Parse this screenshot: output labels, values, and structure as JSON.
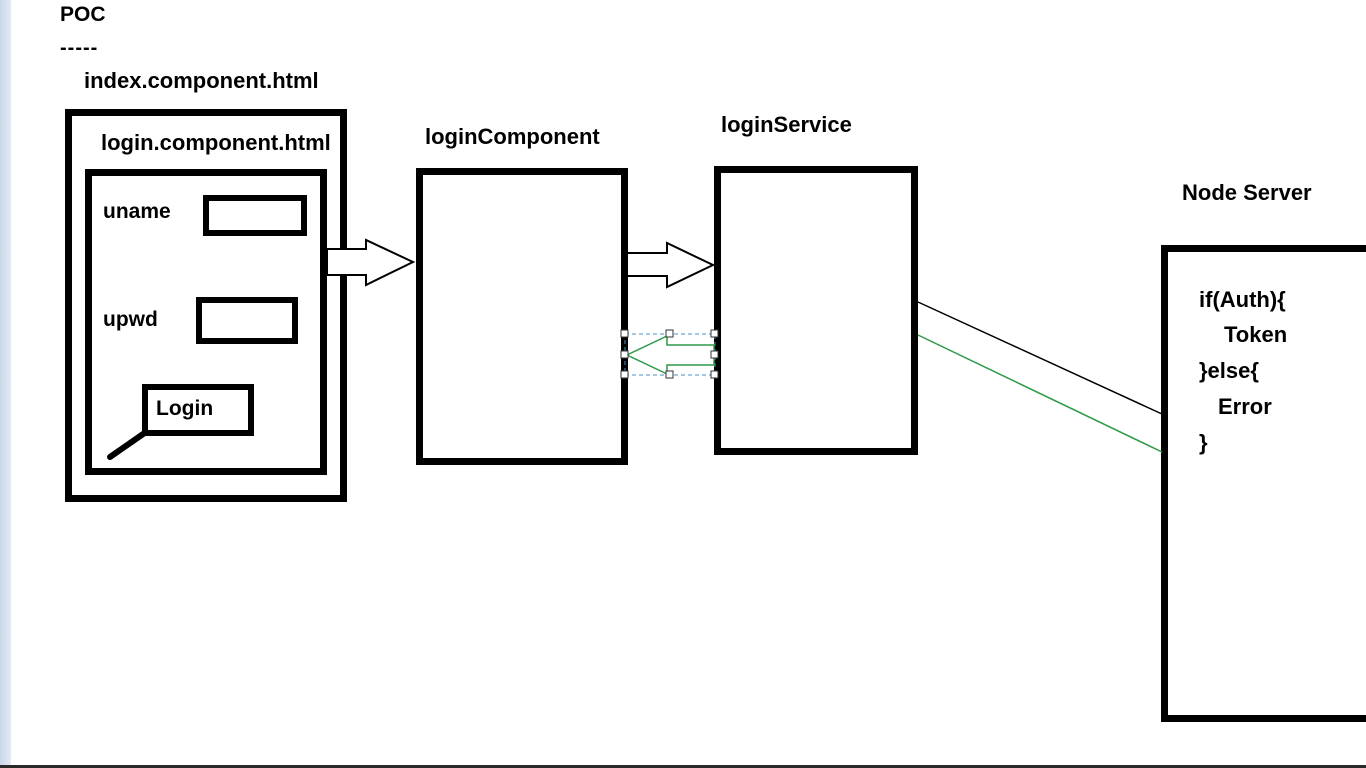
{
  "header": {
    "title": "POC",
    "underline": "-----"
  },
  "labels": {
    "index_component": "index.component.html",
    "login_component_html": "login.component.html",
    "login_component": "loginComponent",
    "login_service": "loginService",
    "node_server": "Node Server"
  },
  "login_form": {
    "username_label": "uname",
    "password_label": "upwd",
    "login_button_label": "Login"
  },
  "server_code": {
    "line1": "if(Auth){",
    "line2": "Token",
    "line3": "}else{",
    "line4": "Error",
    "line5": "}"
  },
  "colors": {
    "stroke": "#000000",
    "response_arrow": "#2e9a48",
    "selection_handles": "#4a90c8",
    "left_strip": "#c9d6e6"
  },
  "icons": {
    "forward_arrows": "hollow-arrow-right",
    "response_arrow": "hollow-arrow-left"
  }
}
